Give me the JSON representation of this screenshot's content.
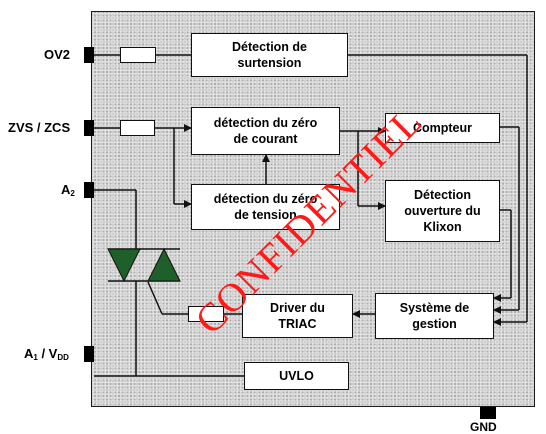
{
  "pins": {
    "ov2": "OV2",
    "zvs_zcs": "ZVS / ZCS",
    "a2_base": "A",
    "a2_sub": "2",
    "a1_base": "A",
    "a1_sub": "1",
    "a1_sep": " / V",
    "a1_sub2": "DD",
    "gnd": "GND"
  },
  "blocks": {
    "surtension": "Détection de\nsurtension",
    "zero_courant": "détection du zéro\nde courant",
    "zero_tension": "détection du zéro\nde tension",
    "compteur": "Compteur",
    "klixon": "Détection\nouverture du\nKlixon",
    "driver": "Driver du\nTRIAC",
    "gestion": "Système de\ngestion",
    "uvlo": "UVLO"
  },
  "watermark": "CONFIDENTIEL",
  "colors": {
    "watermark": "#ff1a1a",
    "triac": "#1f5f2a",
    "chip": "#cfcfcf"
  }
}
